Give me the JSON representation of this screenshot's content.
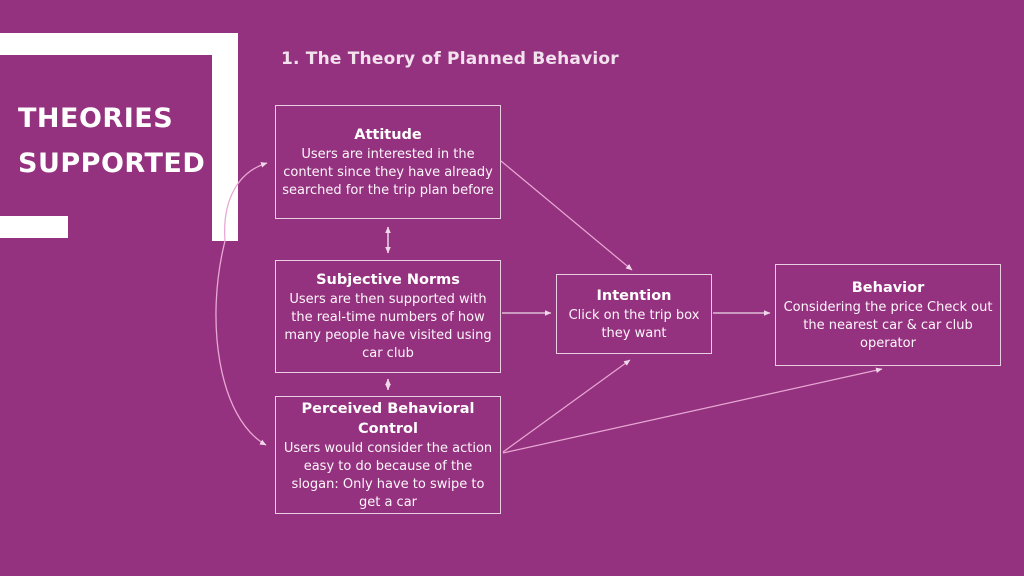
{
  "slide": {
    "background_color": "#95327f",
    "accent_color": "#ffffff",
    "line_color": "#e7cfe1",
    "headline_line_1": "THEORIES",
    "headline_line_2": "SUPPORTED",
    "title": "1. The Theory of Planned Behavior"
  },
  "diagram": {
    "type": "flow-diagram",
    "nodes": [
      {
        "id": "attitude",
        "title": "Attitude",
        "body": "Users are interested in the content since they have already searched for the trip plan before"
      },
      {
        "id": "subjective-norms",
        "title": "Subjective Norms",
        "body": "Users are then supported with the real-time numbers of how many people have visited using car club"
      },
      {
        "id": "perceived-behavioral-control",
        "title": "Perceived Behavioral Control",
        "body": "Users would consider the action easy to do because of the slogan: Only have to swipe to get a car"
      },
      {
        "id": "intention",
        "title": "Intention",
        "body": "Click on the trip box they want"
      },
      {
        "id": "behavior",
        "title": "Behavior",
        "body": "Considering the price Check out the nearest car & car club operator"
      }
    ],
    "edges": [
      {
        "from": "attitude",
        "to": "subjective-norms",
        "style": "double-arrow-vertical"
      },
      {
        "from": "subjective-norms",
        "to": "perceived-behavioral-control",
        "style": "double-arrow-vertical"
      },
      {
        "from": "attitude",
        "to": "intention",
        "style": "arrow-diagonal"
      },
      {
        "from": "subjective-norms",
        "to": "intention",
        "style": "arrow-horizontal"
      },
      {
        "from": "perceived-behavioral-control",
        "to": "intention",
        "style": "arrow-diagonal"
      },
      {
        "from": "intention",
        "to": "behavior",
        "style": "arrow-horizontal"
      },
      {
        "from": "perceived-behavioral-control",
        "to": "behavior",
        "style": "arrow-diagonal"
      },
      {
        "from": "headline-bracket",
        "to": "attitude",
        "style": "curve-arrow"
      },
      {
        "from": "headline-bracket",
        "to": "perceived-behavioral-control",
        "style": "curve-arrow"
      }
    ]
  }
}
